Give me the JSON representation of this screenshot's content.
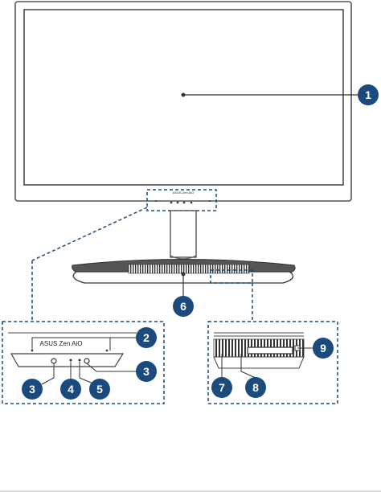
{
  "brand": {
    "panel_label": "ASUS Zen AiO",
    "monitor_label": "ASUS Zen AiO"
  },
  "callouts": [
    "1",
    "2",
    "3",
    "3",
    "4",
    "5",
    "6",
    "7",
    "8",
    "9"
  ],
  "colors": {
    "callout_fill": "#1b4a7c",
    "callout_text": "#ffffff",
    "frame_stroke": "#555555",
    "dashed_line": "#1b4a7c",
    "base_fill": "#444444",
    "panel_outline": "#333333"
  }
}
